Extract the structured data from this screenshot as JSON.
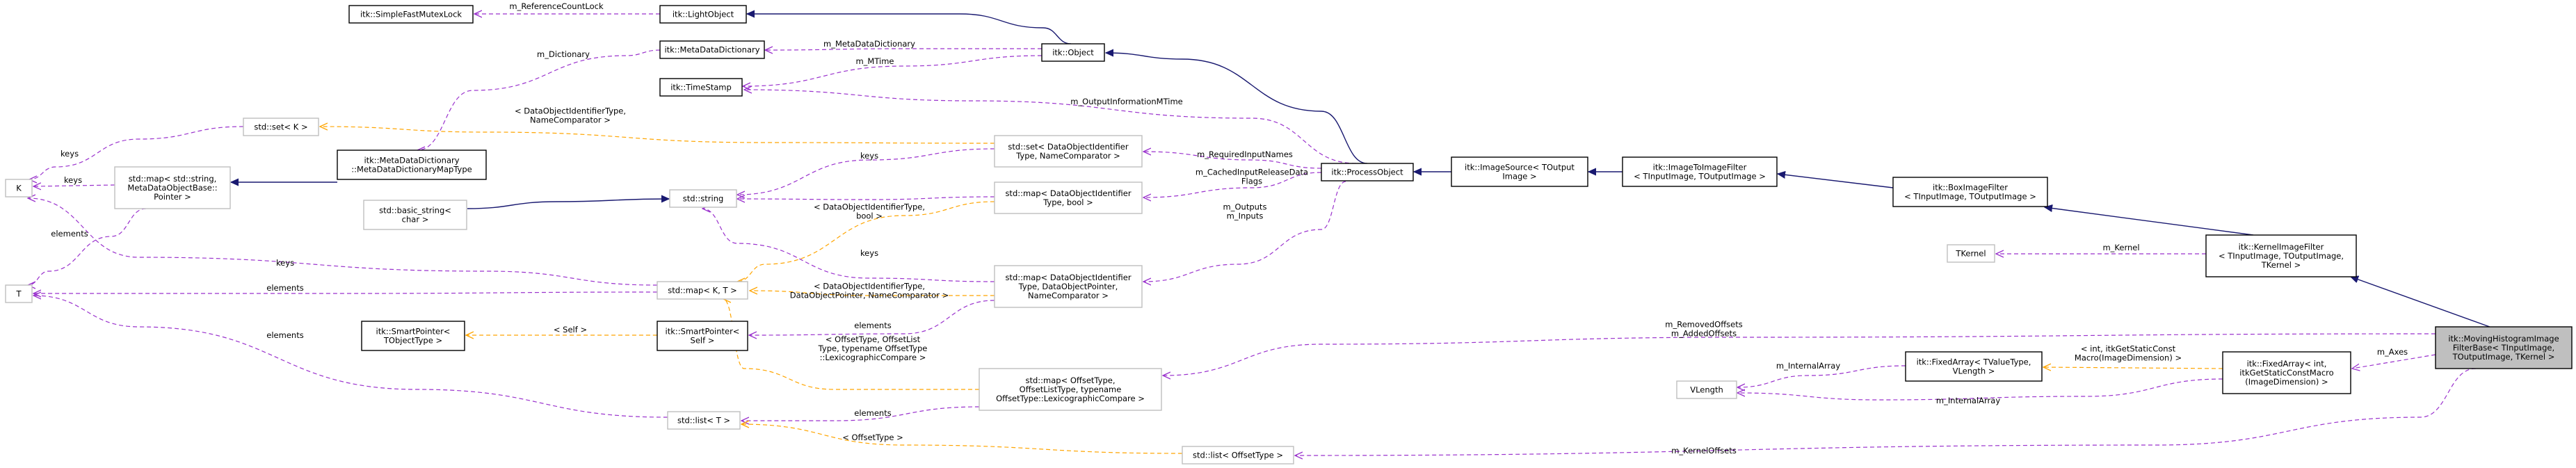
{
  "colors": {
    "inheritance": "#191970",
    "usage": "#9a32cd",
    "template": "#ffa500",
    "node_border": "#000000",
    "node_border_light": "#bfbfbf",
    "highlight_fill": "#bfbfbf"
  },
  "nodes": {
    "simple_fast_mutex_lock": [
      "itk::SimpleFastMutexLock"
    ],
    "light_object": [
      "itk::LightObject"
    ],
    "object": [
      "itk::Object"
    ],
    "meta_data_dictionary": [
      "itk::MetaDataDictionary"
    ],
    "time_stamp": [
      "itk::TimeStamp"
    ],
    "set_k": [
      "std::set< K >"
    ],
    "k": [
      "K"
    ],
    "map_string_meta": [
      "std::map< std::string,",
      "MetaDataObjectBase::",
      "Pointer >"
    ],
    "meta_dictionary_map_type": [
      "itk::MetaDataDictionary",
      "::MetaDataDictionaryMapType"
    ],
    "basic_string": [
      "std::basic_string<",
      "char >"
    ],
    "string": [
      "std::string"
    ],
    "t": [
      "T"
    ],
    "map_k_t": [
      "std::map< K, T >"
    ],
    "smart_pointer_tobject": [
      "itk::SmartPointer<",
      "TObjectType >"
    ],
    "smart_pointer_self": [
      "itk::SmartPointer<",
      "Self >"
    ],
    "set_data_object_identifier": [
      "std::set< DataObjectIdentifier",
      "Type, NameComparator >"
    ],
    "map_identifier_bool": [
      "std::map< DataObjectIdentifier",
      "Type, bool >"
    ],
    "map_identifier_pointer": [
      "std::map< DataObjectIdentifier",
      "Type, DataObjectPointer,",
      "NameComparator >"
    ],
    "map_offset": [
      "std::map< OffsetType,",
      "OffsetListType, typename",
      "OffsetType::LexicographicCompare >"
    ],
    "list_t": [
      "std::list< T >"
    ],
    "list_offset": [
      "std::list< OffsetType >"
    ],
    "process_object": [
      "itk::ProcessObject"
    ],
    "image_source": [
      "itk::ImageSource< TOutput",
      "Image >"
    ],
    "image_to_image_filter": [
      "itk::ImageToImageFilter",
      "< TInputImage, TOutputImage >"
    ],
    "box_image_filter": [
      "itk::BoxImageFilter",
      "< TInputImage, TOutputImage >"
    ],
    "tkernel": [
      "TKernel"
    ],
    "kernel_image_filter": [
      "itk::KernelImageFilter",
      "< TInputImage, TOutputImage,",
      "TKernel >"
    ],
    "vlength": [
      "VLength"
    ],
    "fixed_array_tvalue": [
      "itk::FixedArray< TValueType,",
      "VLength >"
    ],
    "fixed_array_int": [
      "itk::FixedArray< int,",
      "itkGetStaticConstMacro",
      "(ImageDimension) >"
    ],
    "moving_histogram": [
      "itk::MovingHistogramImage",
      "FilterBase< TInputImage,",
      "TOutputImage, TKernel >"
    ]
  },
  "edge_labels": {
    "reference_count_lock": [
      "m_ReferenceCountLock"
    ],
    "meta_data_dictionary": [
      "m_MetaDataDictionary"
    ],
    "dictionary": [
      "m_Dictionary"
    ],
    "mtime": [
      "m_MTime"
    ],
    "output_information_mtime": [
      "m_OutputInformationMTime"
    ],
    "identifier_name_comparator": [
      "< DataObjectIdentifierType,",
      "NameComparator >"
    ],
    "keys_set_k": [
      "keys"
    ],
    "keys_map_string": [
      "keys"
    ],
    "elements_map_string": [
      "elements"
    ],
    "keys_set_identifier": [
      "keys"
    ],
    "keys_map_bool": [
      "keys"
    ],
    "keys_map_kt": [
      "keys"
    ],
    "keys_map_pointer": [
      "keys"
    ],
    "identifier_bool": [
      "< DataObjectIdentifierType,",
      "bool >"
    ],
    "required_input_names": [
      "m_RequiredInputNames"
    ],
    "cached_input_release": [
      "m_CachedInputReleaseData",
      "Flags"
    ],
    "outputs_inputs": [
      "m_Outputs",
      "m_Inputs"
    ],
    "elements_map_kt": [
      "elements"
    ],
    "identifier_pointer_comparator": [
      "< DataObjectIdentifierType,",
      "DataObjectPointer, NameComparator >"
    ],
    "elements_smart_pointer": [
      "elements"
    ],
    "self": [
      "< Self >"
    ],
    "elements_list_t": [
      "elements"
    ],
    "offset_compare": [
      "< OffsetType, OffsetList",
      "Type, typename OffsetType",
      "::LexicographicCompare >"
    ],
    "elements_map_offset": [
      "elements"
    ],
    "offset_type": [
      "< OffsetType >"
    ],
    "kernel": [
      "m_Kernel"
    ],
    "removed_added_offsets": [
      "m_RemovedOffsets",
      "m_AddedOffsets"
    ],
    "internal_array_1": [
      "m_InternalArray"
    ],
    "internal_array_2": [
      "m_InternalArray"
    ],
    "static_const_macro": [
      "< int, itkGetStaticConst",
      "Macro(ImageDimension) >"
    ],
    "axes": [
      "m_Axes"
    ],
    "kernel_offsets": [
      "m_KernelOffsets"
    ]
  }
}
